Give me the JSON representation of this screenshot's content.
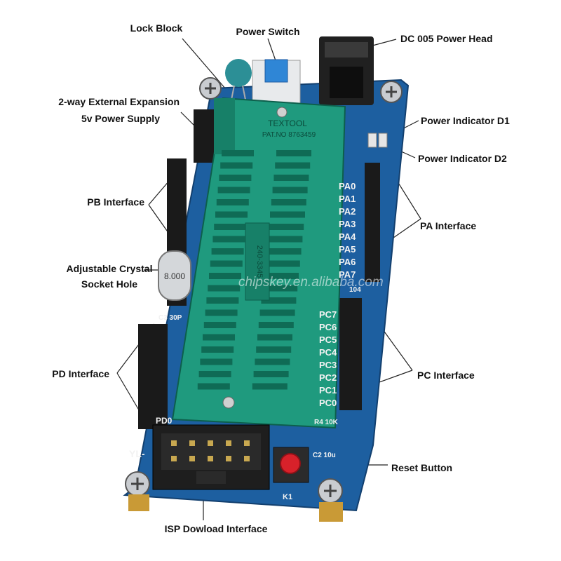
{
  "labels": {
    "lock_block": "Lock Block",
    "power_switch": "Power Switch",
    "dc_power_head": "DC 005 Power Head",
    "external_expansion_line1": "2-way External Expansion",
    "external_expansion_line2": "5v Power Supply",
    "power_indicator_d1": "Power Indicator D1",
    "power_indicator_d2": "Power Indicator D2",
    "pb_interface": "PB Interface",
    "pa_interface": "PA Interface",
    "crystal_line1": "Adjustable Crystal",
    "crystal_line2": "Socket Hole",
    "pd_interface": "PD Interface",
    "pc_interface": "PC Interface",
    "reset_button": "Reset Button",
    "isp_interface": "ISP Dowload Interface"
  },
  "board_silkscreen": {
    "pa_pins": [
      "PA0",
      "PA1",
      "PA2",
      "PA3",
      "PA4",
      "PA5",
      "PA6",
      "PA7"
    ],
    "pc_pins": [
      "PC7",
      "PC6",
      "PC5",
      "PC4",
      "PC3",
      "PC2",
      "PC1",
      "PC0"
    ],
    "pd_label": "PD0",
    "yl_label": "YL-",
    "k1_label": "K1",
    "r4_label": "R4 10K",
    "c2_label": "C2 10u",
    "r104_label": "104",
    "c3_label": "C3 30P",
    "socket_brand": "TEXTOOL",
    "socket_patent": "PAT.NO 8763459",
    "socket_part": "240-3345",
    "crystal_value": "8.000"
  },
  "watermark": "chipskey.en.alibaba.com",
  "colors": {
    "pcb": "#1d5fa0",
    "socket": "#1f9a7e",
    "socket_dark": "#12705a",
    "header": "#1a1a1a",
    "reset_button": "#d8212a",
    "switch": "#2f86d6",
    "capacitor": "#2c8f96",
    "label_text": "#111111",
    "leader_line": "#222222"
  }
}
